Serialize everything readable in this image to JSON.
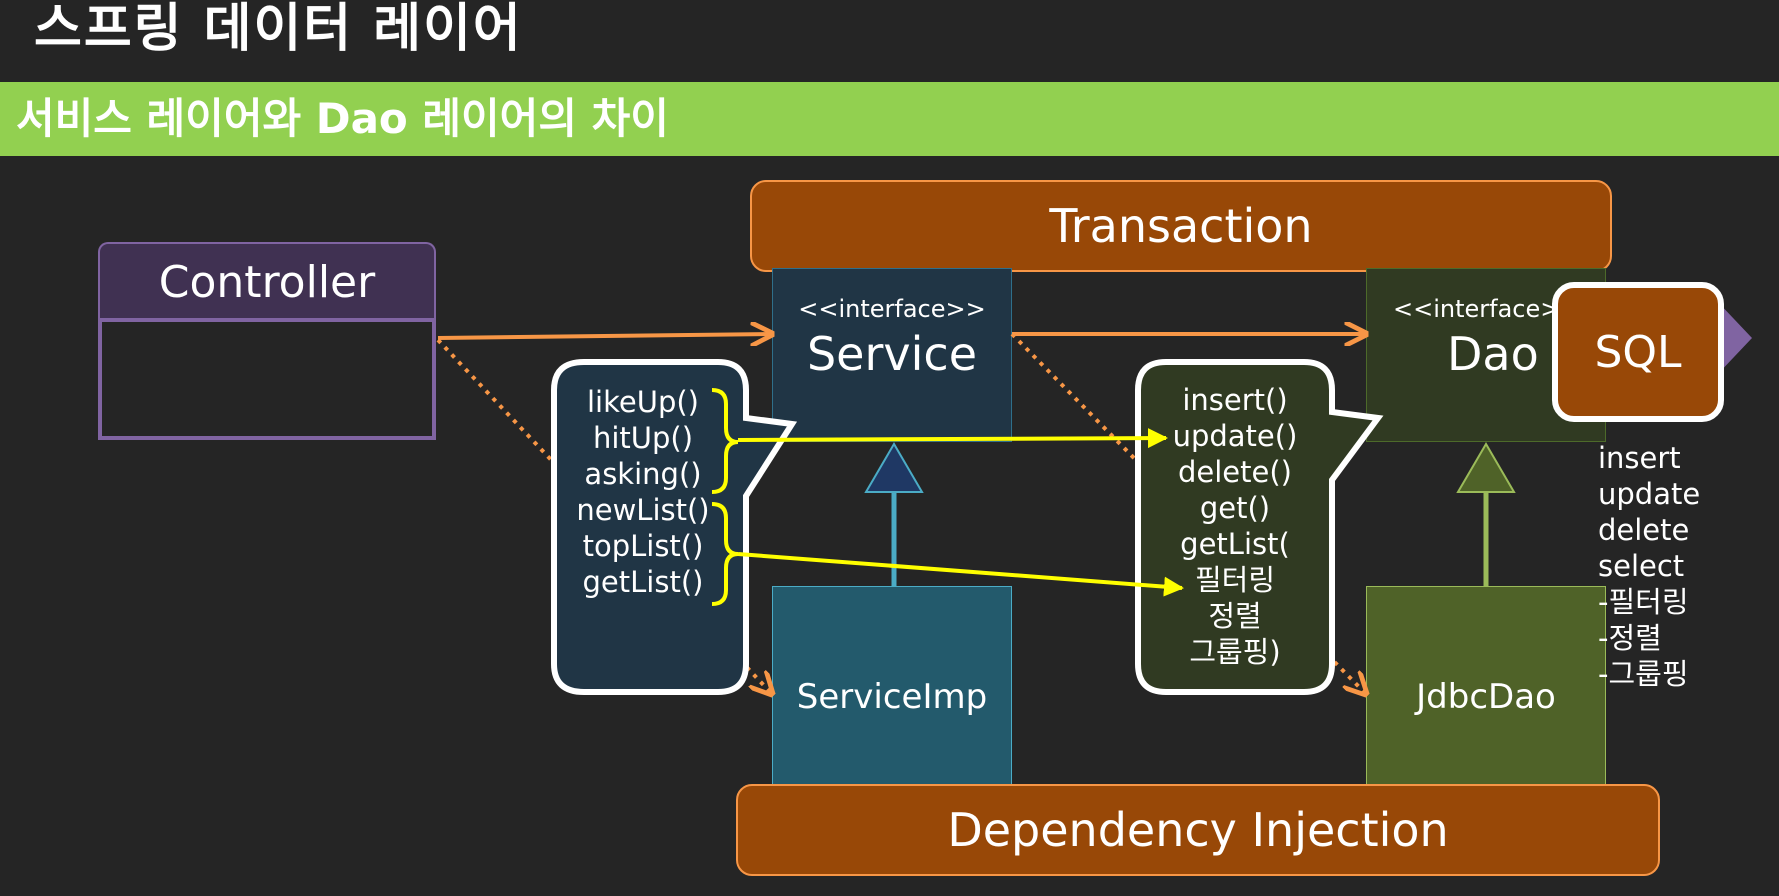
{
  "header": {
    "title": "스프링 데이터 레이어",
    "subtitle": "서비스 레이어와 Dao 레이어의 차이"
  },
  "diagram": {
    "transaction": "Transaction",
    "dependency_injection": "Dependency Injection",
    "controller": "Controller",
    "service": {
      "stereotype": "<<interface>>",
      "name": "Service"
    },
    "service_impl": "ServiceImp",
    "dao": {
      "stereotype": "<<interface>>",
      "name": "Dao"
    },
    "jdbc_dao": "JdbcDao",
    "sql": "SQL",
    "service_methods": [
      "likeUp()",
      "hitUp()",
      "asking()",
      "newList()",
      "topList()",
      "getList()"
    ],
    "dao_methods": [
      "insert()",
      "update()",
      "delete()",
      "get()",
      "getList(",
      "필터링",
      "정렬",
      "그룹핑)"
    ],
    "sql_ops": [
      "insert",
      "update",
      "delete",
      "select",
      "-필터링",
      "-정렬",
      "-그룹핑"
    ]
  },
  "colors": {
    "background": "#252525",
    "banner": "#92d050",
    "orange_fill": "#984807",
    "orange_line": "#f79646",
    "controller": "#8064a2",
    "service": "#4bacc6",
    "dao": "#9bbb59",
    "highlight": "#ffff00"
  }
}
